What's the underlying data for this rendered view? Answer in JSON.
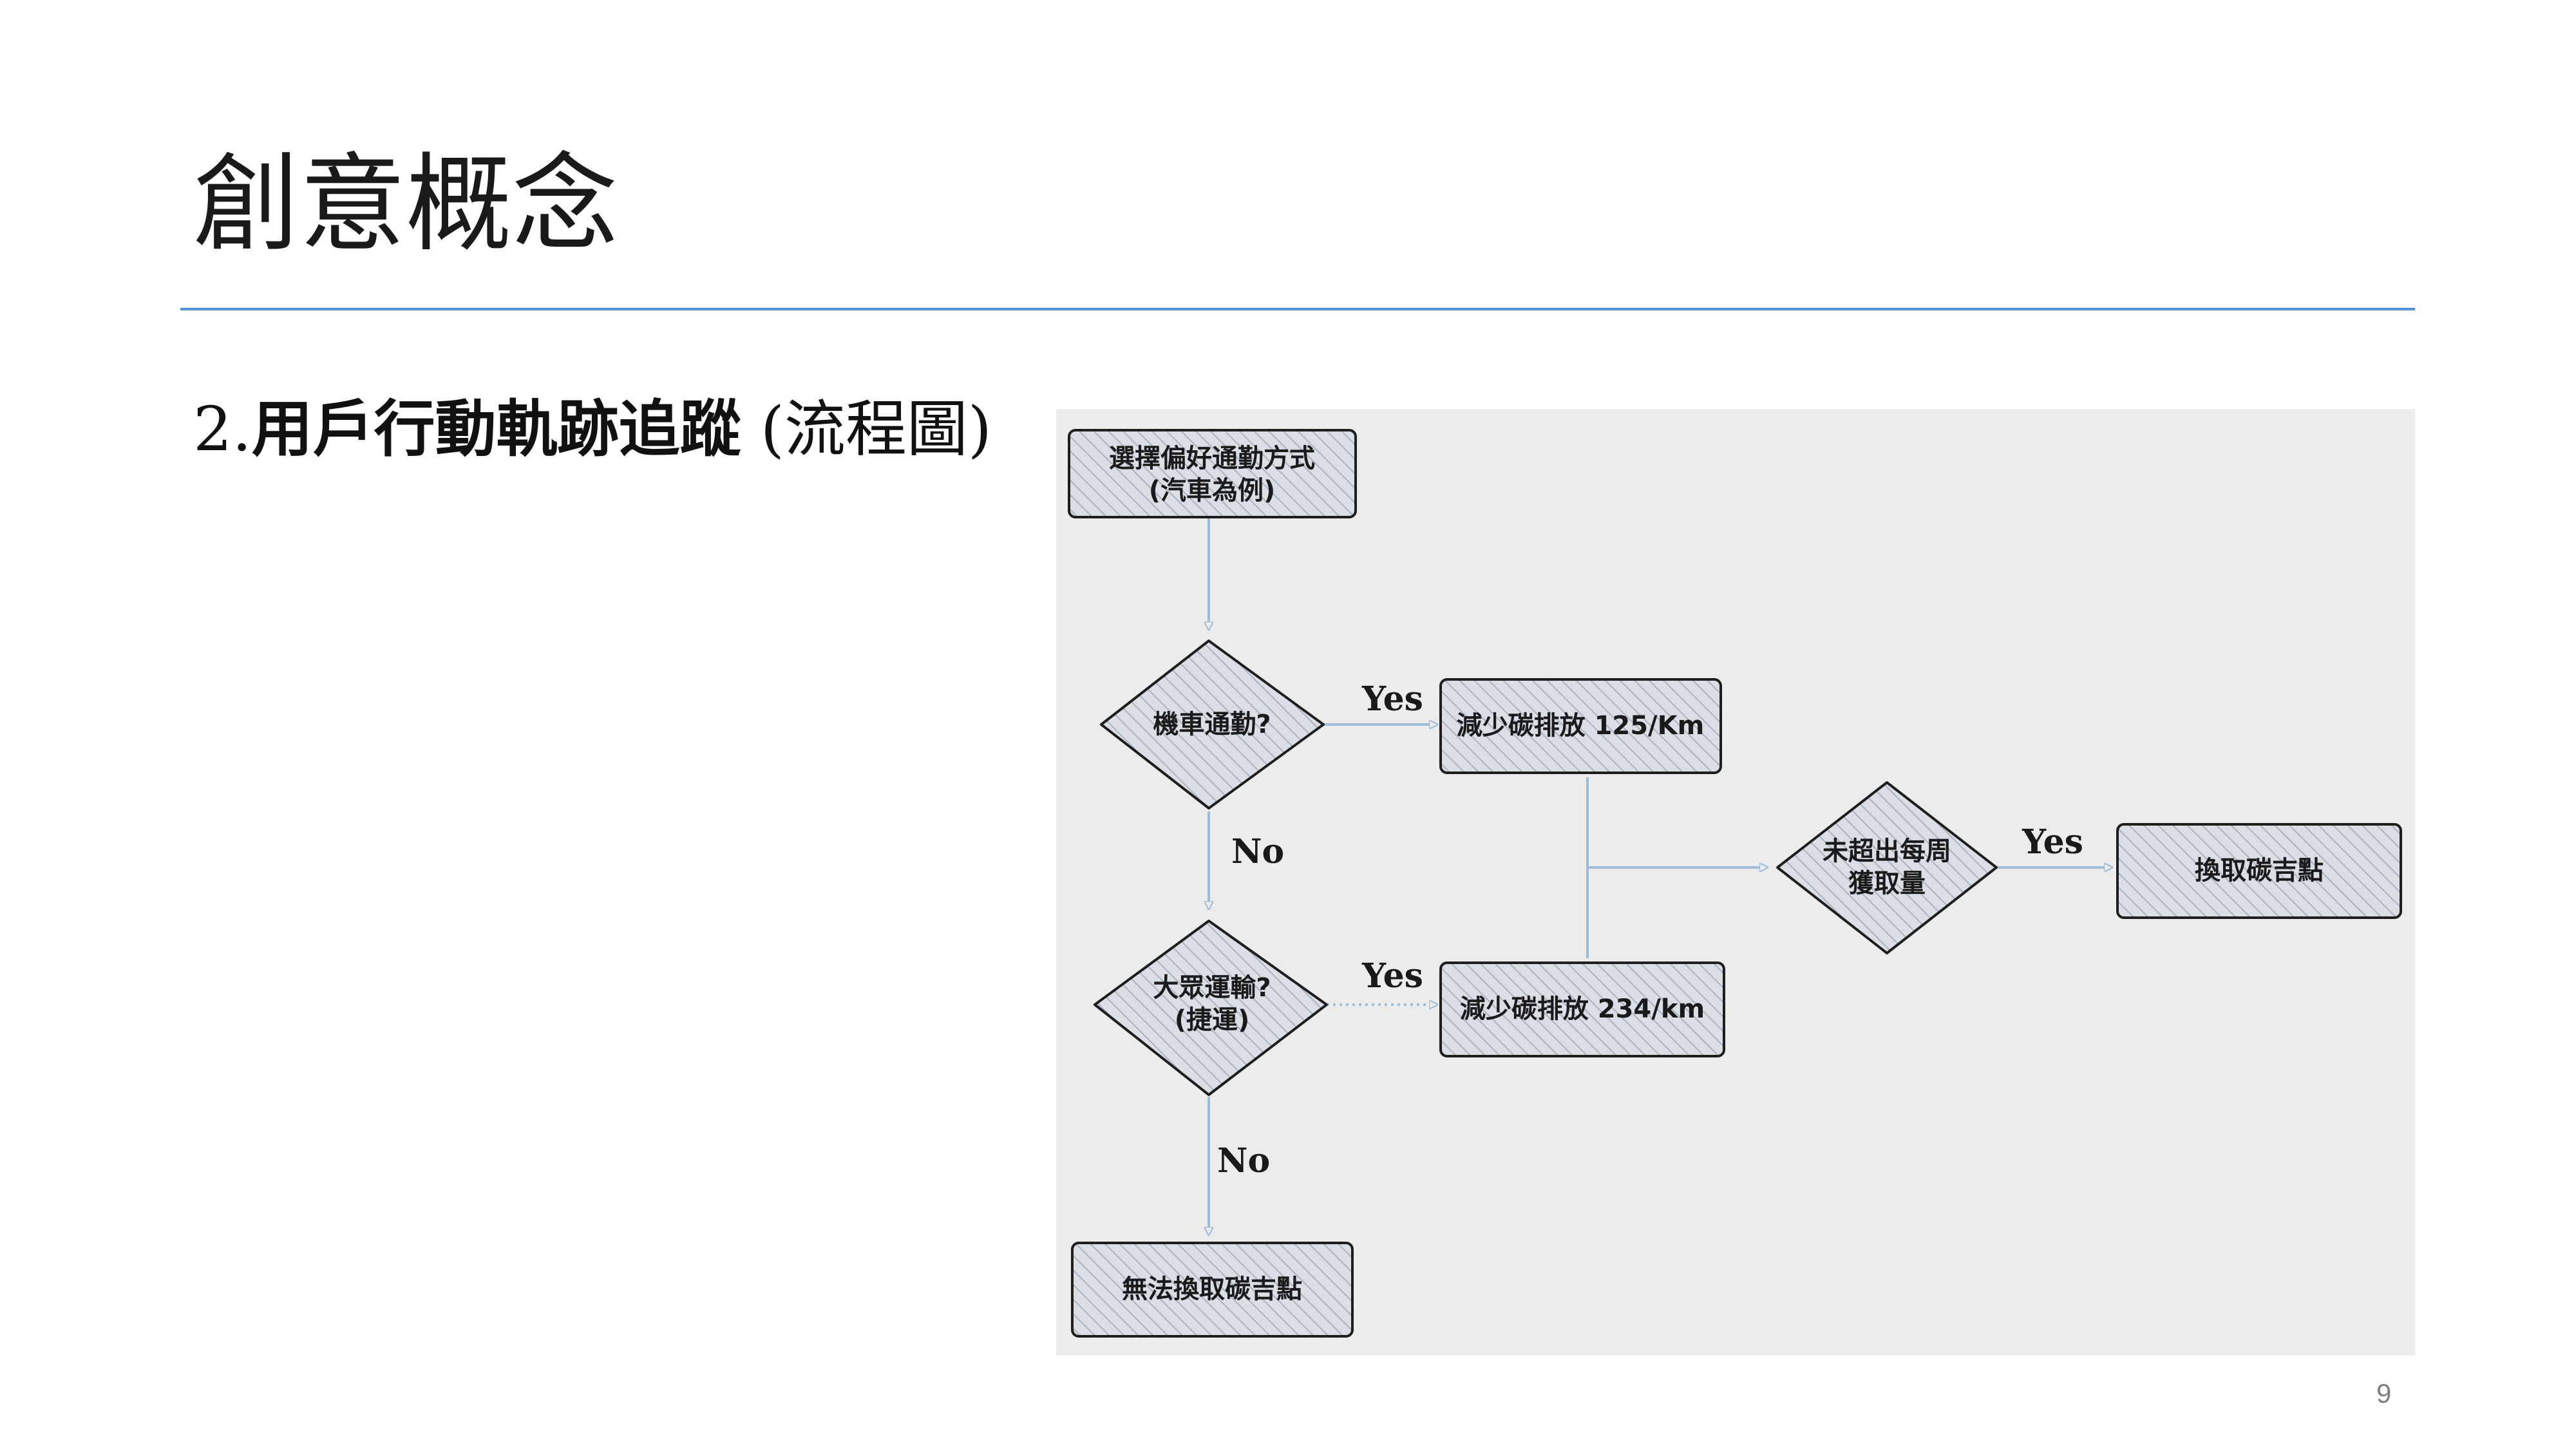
{
  "slide": {
    "title": "創意概念",
    "subtitle_num": "2.",
    "subtitle_bold": "用戶行動軌跡追蹤",
    "subtitle_paren": " (流程圖)",
    "page_number": "9"
  },
  "colors": {
    "rule": "#4f90d6",
    "diagram_bg": "#ececec",
    "node_fill": "#d7dde3",
    "hatch": "#a9b4c0",
    "arrow": "#9fbcd8"
  },
  "flowchart": {
    "nodes": {
      "start": {
        "line1": "選擇偏好通勤方式",
        "line2": "(汽車為例)"
      },
      "d1": {
        "line1": "機車通勤?"
      },
      "r1": {
        "line1": "減少碳排放 125/Km"
      },
      "d2": {
        "line1": "大眾運輸?",
        "line2": "(捷運)"
      },
      "r2": {
        "line1": "減少碳排放 234/km"
      },
      "d3": {
        "line1": "未超出每周",
        "line2": "獲取量"
      },
      "r3": {
        "line1": "換取碳吉點"
      },
      "fail": {
        "line1": "無法換取碳吉點"
      }
    },
    "edges": {
      "d1_yes": "Yes",
      "d1_no": "No",
      "d2_yes": "Yes",
      "d2_no": "No",
      "d3_yes": "Yes"
    }
  }
}
